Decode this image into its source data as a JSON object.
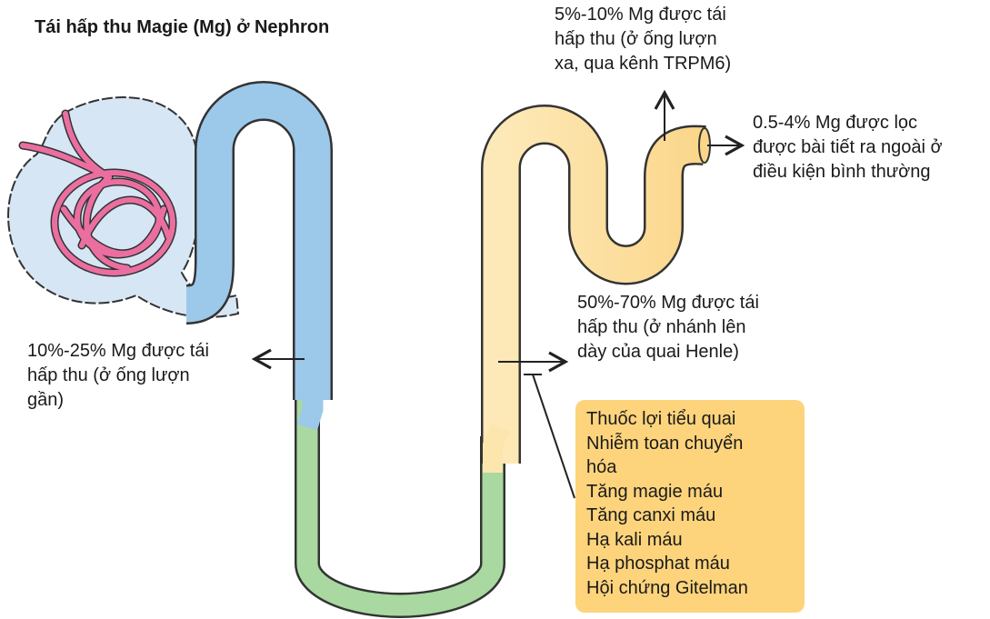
{
  "title": "Tái hấp thu Magie (Mg) ở Nephron",
  "labels": {
    "proximal": "10%-25% Mg được tái\nhấp thu (ở ống lượn\ngần)",
    "loop": "50%-70% Mg được tái\nhấp thu (ở nhánh lên\ndày của quai Henle)",
    "distal": "5%-10% Mg được tái\nhấp thu (ở ống lượn\nxa, qua kênh TRPM6)",
    "excreted": "0.5-4% Mg được lọc\nđược bài tiết ra ngoài ở\nđiều kiện bình thường"
  },
  "inhibitors": [
    "Thuốc lợi tiểu quai",
    "Nhiễm toan chuyển",
    "hóa",
    "Tăng magie máu",
    "Tăng canxi máu",
    "Hạ kali máu",
    "Hạ phosphat máu",
    "Hội chứng Gitelman"
  ],
  "colors": {
    "proximal": "#9cc8ea",
    "capsule": "#d6e6f5",
    "glomerulus": "#ea6fa0",
    "loop": "#a9d8a1",
    "distal": "#fde6ad",
    "box": "#fdd47c"
  }
}
